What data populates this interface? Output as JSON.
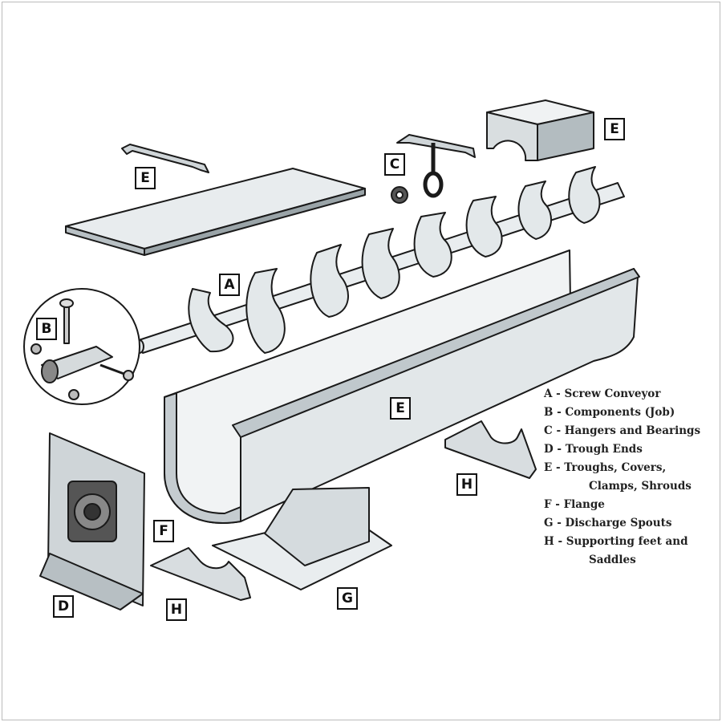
{
  "labels": {
    "e_clamp": "E",
    "c": "C",
    "e_shroud": "E",
    "a": "A",
    "b": "B",
    "e_trough": "E",
    "h_right": "H",
    "f": "F",
    "d": "D",
    "h_left": "H",
    "g": "G"
  },
  "legend": [
    {
      "line": "A - Screw Conveyor"
    },
    {
      "line": "B - Components (Job)"
    },
    {
      "line": "C - Hangers and Bearings"
    },
    {
      "line": "D - Trough Ends"
    },
    {
      "line": "E - Troughs, Covers,",
      "cont": "Clamps, Shrouds"
    },
    {
      "line": "F - Flange"
    },
    {
      "line": "G - Discharge Spouts"
    },
    {
      "line": "H - Supporting feet and",
      "cont": "Saddles"
    }
  ]
}
